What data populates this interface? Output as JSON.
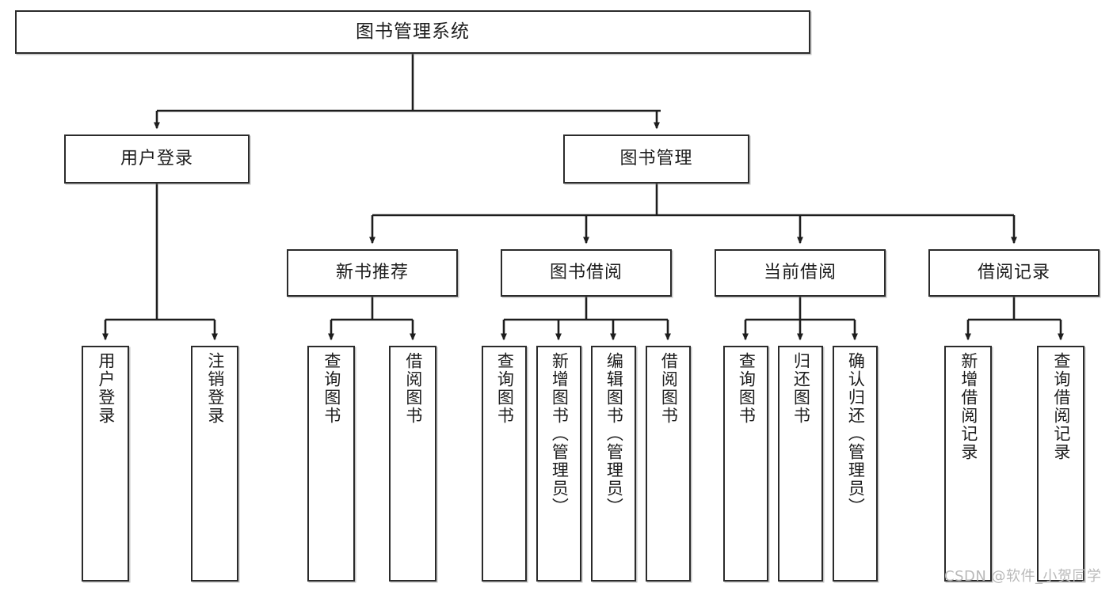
{
  "diagram": {
    "title": "图书管理系统",
    "type": "tree-hierarchy",
    "watermark": "CSDN @软件_小贺同学",
    "colors": {
      "border": "#2b2b2b",
      "fill": "#ffffff",
      "text": "#1d1d1d",
      "edge": "#1d1d1d",
      "watermark": "#b9b9b9"
    },
    "nodes": {
      "root": {
        "label": "图书管理系统"
      },
      "level2": [
        {
          "id": "user-login",
          "label": "用户登录"
        },
        {
          "id": "book-manage",
          "label": "图书管理"
        }
      ],
      "level3": [
        {
          "id": "new-book-rec",
          "label": "新书推荐"
        },
        {
          "id": "book-borrow",
          "label": "图书借阅"
        },
        {
          "id": "current-borrow",
          "label": "当前借阅"
        },
        {
          "id": "borrow-record",
          "label": "借阅记录"
        }
      ],
      "leaves": [
        {
          "id": "leaf-user-login",
          "label": "用户登录"
        },
        {
          "id": "leaf-user-logout",
          "label": "注销登录"
        },
        {
          "id": "leaf-query-book-1",
          "label": "查询图书"
        },
        {
          "id": "leaf-borrow-book-1",
          "label": "借阅图书"
        },
        {
          "id": "leaf-query-book-2",
          "label": "查询图书"
        },
        {
          "id": "leaf-add-book",
          "label": "新增图书（管理员）"
        },
        {
          "id": "leaf-edit-book",
          "label": "编辑图书（管理员）"
        },
        {
          "id": "leaf-borrow-book-2",
          "label": "借阅图书"
        },
        {
          "id": "leaf-query-book-3",
          "label": "查询图书"
        },
        {
          "id": "leaf-return-book",
          "label": "归还图书"
        },
        {
          "id": "leaf-confirm-return",
          "label": "确认归还（管理员）"
        },
        {
          "id": "leaf-add-record",
          "label": "新增借阅记录"
        },
        {
          "id": "leaf-query-record",
          "label": "查询借阅记录"
        }
      ]
    }
  }
}
